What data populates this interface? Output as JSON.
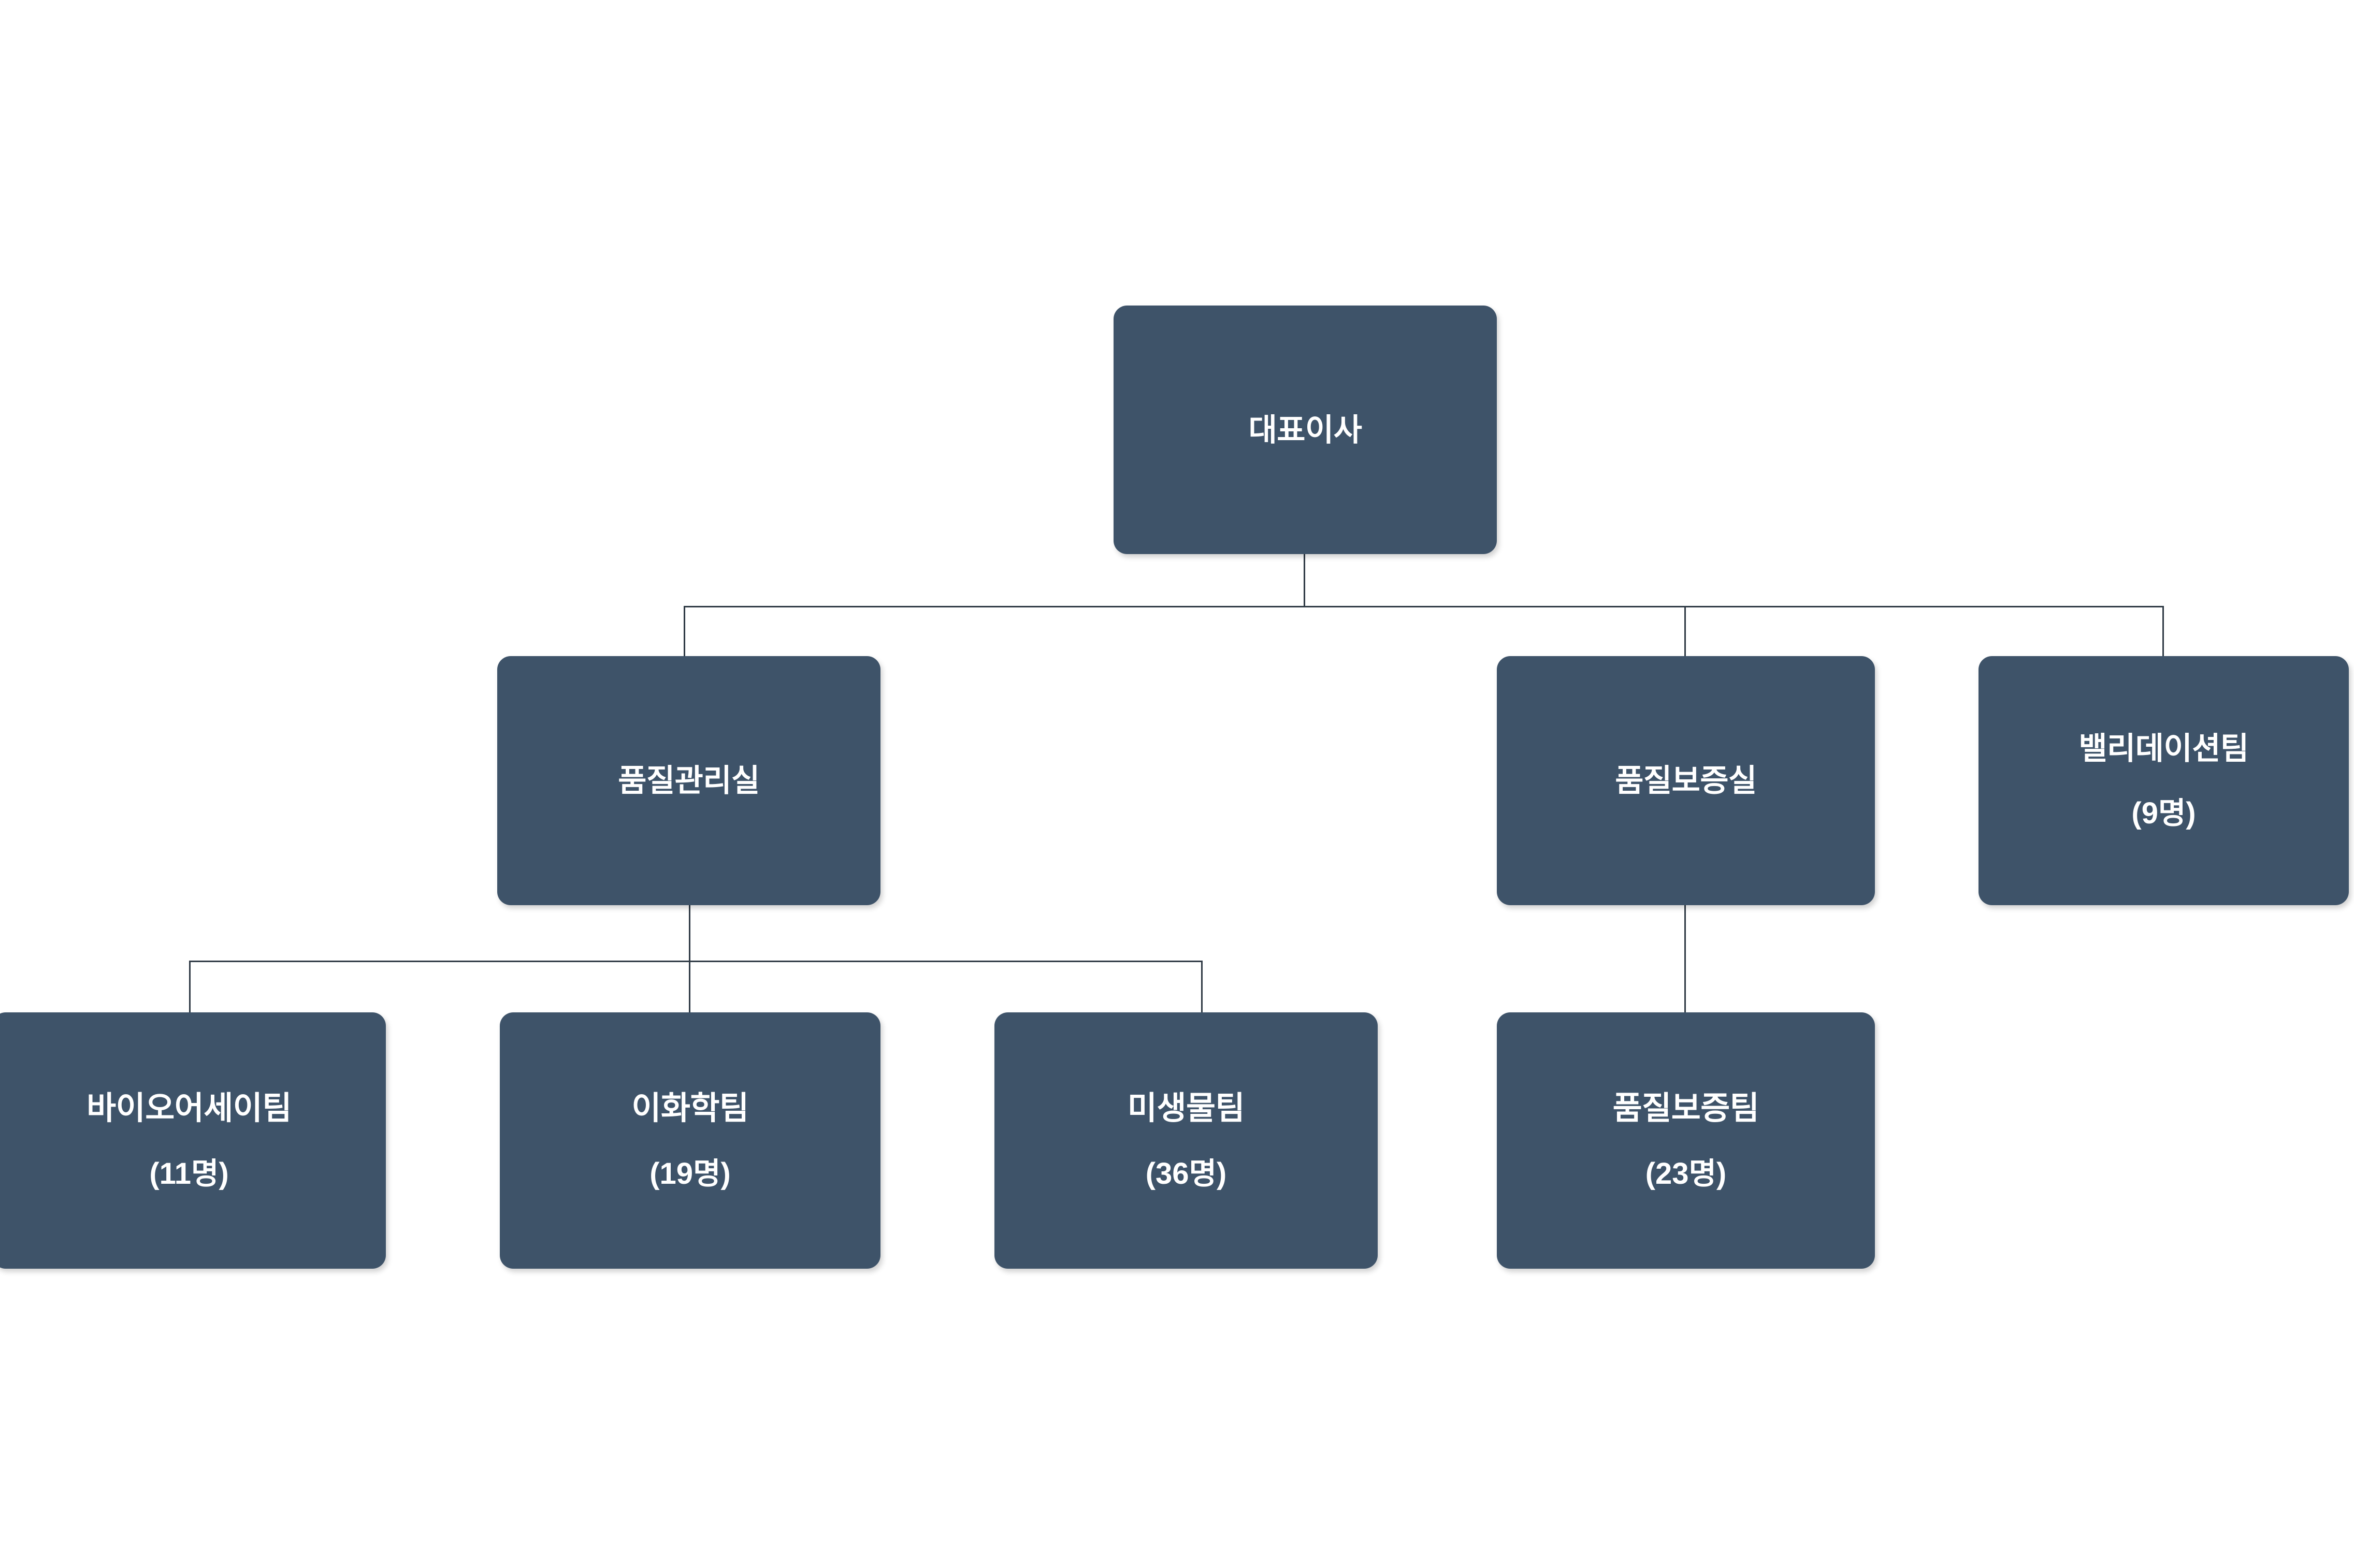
{
  "chart": {
    "kind": "organization-chart",
    "background_color": "#ffffff",
    "node_fill_color": "#3e5369",
    "node_text_color": "#ffffff",
    "connector_color": "#2f3a45",
    "levels": 3
  },
  "nodes": {
    "ceo": {
      "title": "대표이사",
      "count": "",
      "level": 0
    },
    "qc_office": {
      "title": "품질관리실",
      "count": "",
      "level": 1
    },
    "qa_office": {
      "title": "품질보증실",
      "count": "",
      "level": 1
    },
    "validation_team": {
      "title": "밸리데이션팀",
      "count": "(9명)",
      "level": 1
    },
    "bioassay_team": {
      "title": "바이오어세이팀",
      "count": "(11명)",
      "level": 2
    },
    "physchem_team": {
      "title": "이화학팀",
      "count": "(19명)",
      "level": 2
    },
    "micro_team": {
      "title": "미생물팀",
      "count": "(36명)",
      "level": 2
    },
    "qa_team": {
      "title": "품질보증팀",
      "count": "(23명)",
      "level": 2
    }
  }
}
